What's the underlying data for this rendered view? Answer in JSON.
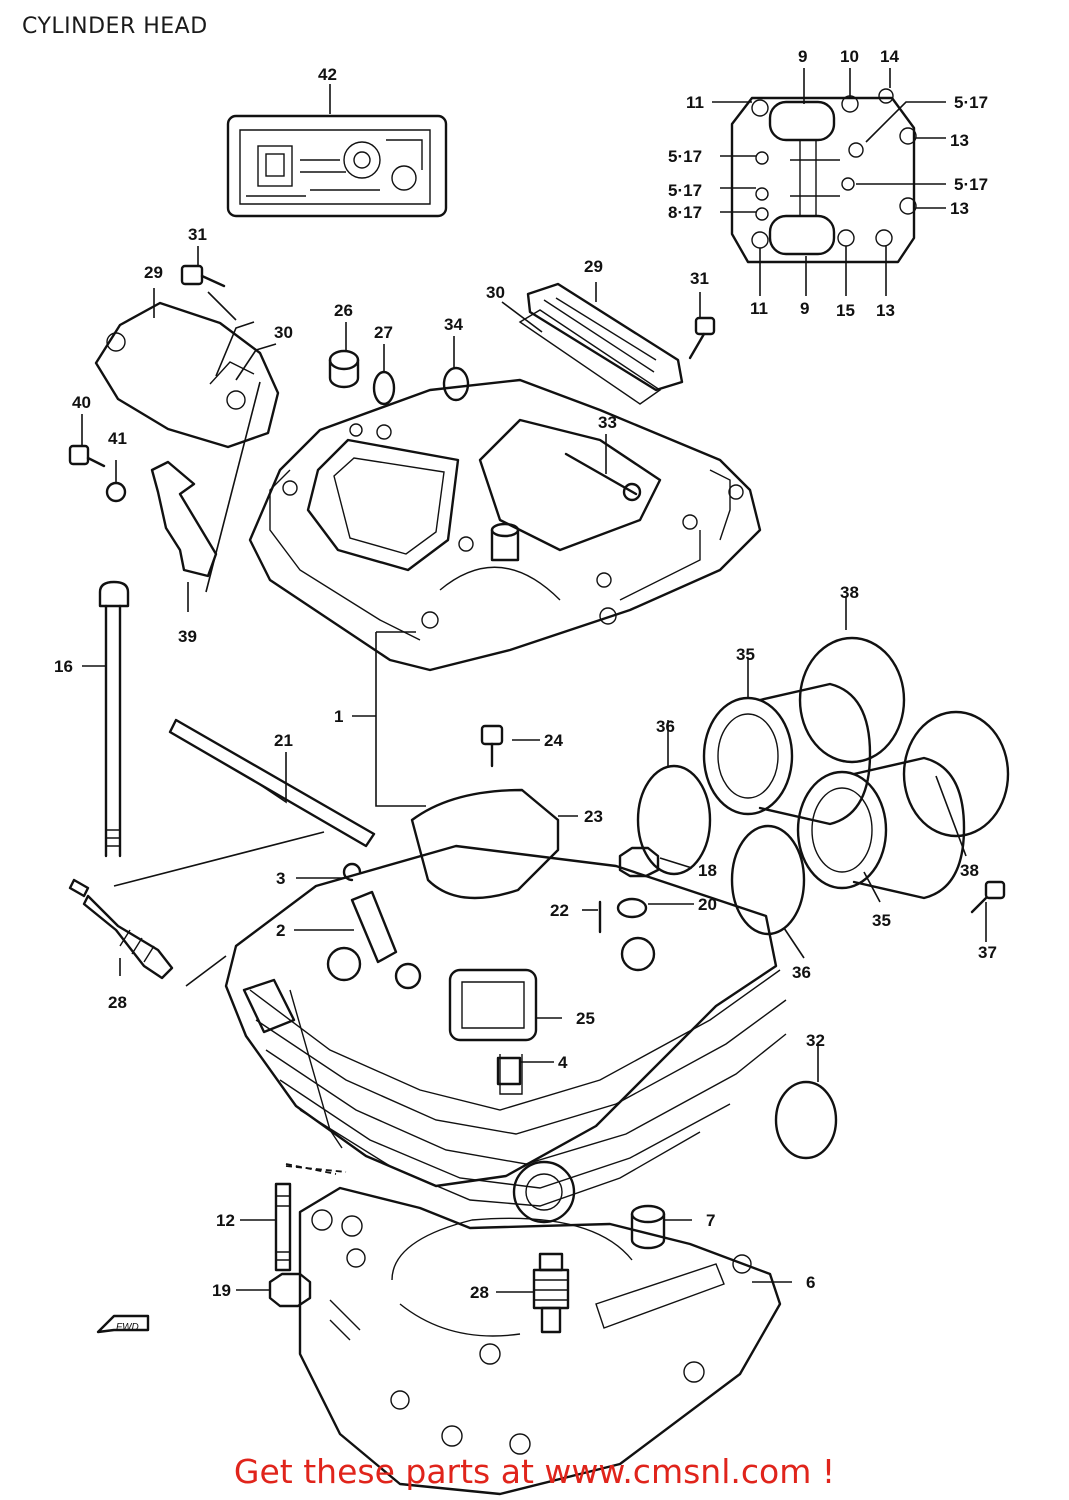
{
  "title": "CYLINDER HEAD",
  "promo": "Get these parts at www.cmsnl.com !",
  "fwd_mark": "FWD",
  "callouts": {
    "c42": "42",
    "c31a": "31",
    "c29a": "29",
    "c30a": "30",
    "c40": "40",
    "c41": "41",
    "c39": "39",
    "c26": "26",
    "c27": "27",
    "c34": "34",
    "c30b": "30",
    "c29b": "29",
    "c31b": "31",
    "c33": "33",
    "c9a": "9",
    "c10": "10",
    "c14": "14",
    "c11a": "11",
    "c517a": "5·17",
    "c13a": "13",
    "c517b": "5·17",
    "c517c": "5·17",
    "c517d": "5·17",
    "c817": "8·17",
    "c13b": "13",
    "c11b": "11",
    "c9b": "9",
    "c15": "15",
    "c13c": "13",
    "c16": "16",
    "c1": "1",
    "c21": "21",
    "c24": "24",
    "c23": "23",
    "c18": "18",
    "c3": "3",
    "c2": "2",
    "c22": "22",
    "c20": "20",
    "c25": "25",
    "c4": "4",
    "c28a": "28",
    "c38a": "38",
    "c35a": "35",
    "c36a": "36",
    "c38b": "38",
    "c35b": "35",
    "c36b": "36",
    "c37": "37",
    "c32": "32",
    "c12": "12",
    "c7": "7",
    "c19": "19",
    "c28b": "28",
    "c6": "6"
  }
}
